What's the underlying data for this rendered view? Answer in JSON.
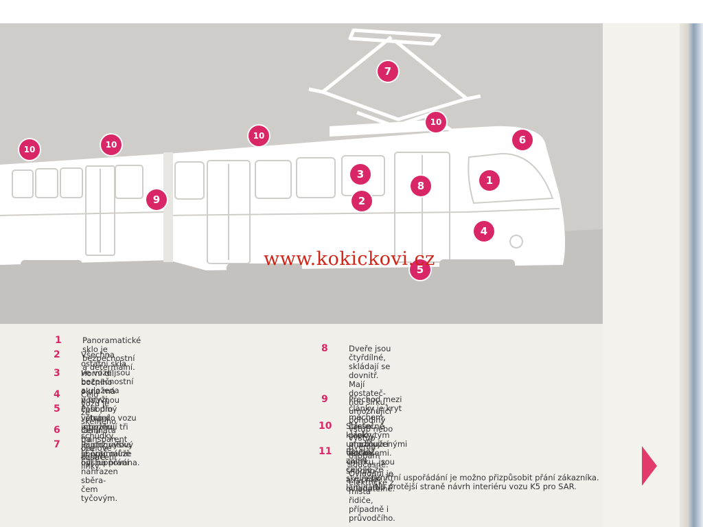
{
  "diagram": {
    "markers": [
      {
        "id": "m7",
        "label": "7"
      },
      {
        "id": "m10a",
        "label": "10"
      },
      {
        "id": "m10b",
        "label": "10"
      },
      {
        "id": "m10c",
        "label": "10"
      },
      {
        "id": "m10d",
        "label": "10"
      },
      {
        "id": "m6",
        "label": "6"
      },
      {
        "id": "m1",
        "label": "1"
      },
      {
        "id": "m3",
        "label": "3"
      },
      {
        "id": "m8",
        "label": "8"
      },
      {
        "id": "m2",
        "label": "2"
      },
      {
        "id": "m9",
        "label": "9"
      },
      {
        "id": "m4",
        "label": "4"
      },
      {
        "id": "m5",
        "label": "5"
      }
    ],
    "watermark": "www.kokickovi.cz"
  },
  "legend": {
    "left": [
      {
        "num": "1",
        "text": "Panoramatické sklo je bezpečnostní a determální."
      },
      {
        "num": "2",
        "text": "Všechna ostatní skla ve voze jsou bezpečnostní a uložena\nv pryži."
      },
      {
        "num": "3",
        "text": "Horní díl bočního okna má posuvnou část pro větrání\ninteriéru."
      },
      {
        "num": "4",
        "text": "Čelo vozu je ze skelného laminátu na ocelové kostře."
      },
      {
        "num": "5",
        "text": "Pohodlný vstup do vozu umožňují tři schůdky, jejichž výška\nje optimálně odstupňována."
      },
      {
        "num": "6",
        "text": "Čelní transparent pro označení linky."
      },
      {
        "num": "7",
        "text": "Pantografový sběrač může být na přání nahrazen sběra-\nčem tyčovým."
      }
    ],
    "right": [
      {
        "num": "8",
        "text": "Dveře jsou čtyřdílné, skládají se dovnitř. Mají dostateč-\nnou šířku, umožňující pohodlný vstup nebo výstup\ndvěma osobám současně. Ovládání je elektrické z místa\nřidiče, případně i průvodčího."
      },
      {
        "num": "9",
        "text": "Přechod mezi články je kryt měchem, částečně překrytým\nprodlouženými bočnicemi."
      },
      {
        "num": "10",
        "text": "Střešní klapky, umožňující větrání vnitřku, jsou snadno\na rychle ovladatelné."
      },
      {
        "num": "11",
        "text": "Rovněž zadní čelo je ze skelného laminátu."
      }
    ]
  },
  "note": "Vnitřní uspořádání je možno přizpůsobit přání zákazníka.\nNa protější straně návrh interiéru vozu K5 pro SAR.",
  "colors": {
    "accent": "#d92667",
    "background": "#cfcdc9",
    "watermark": "#cf2418"
  }
}
